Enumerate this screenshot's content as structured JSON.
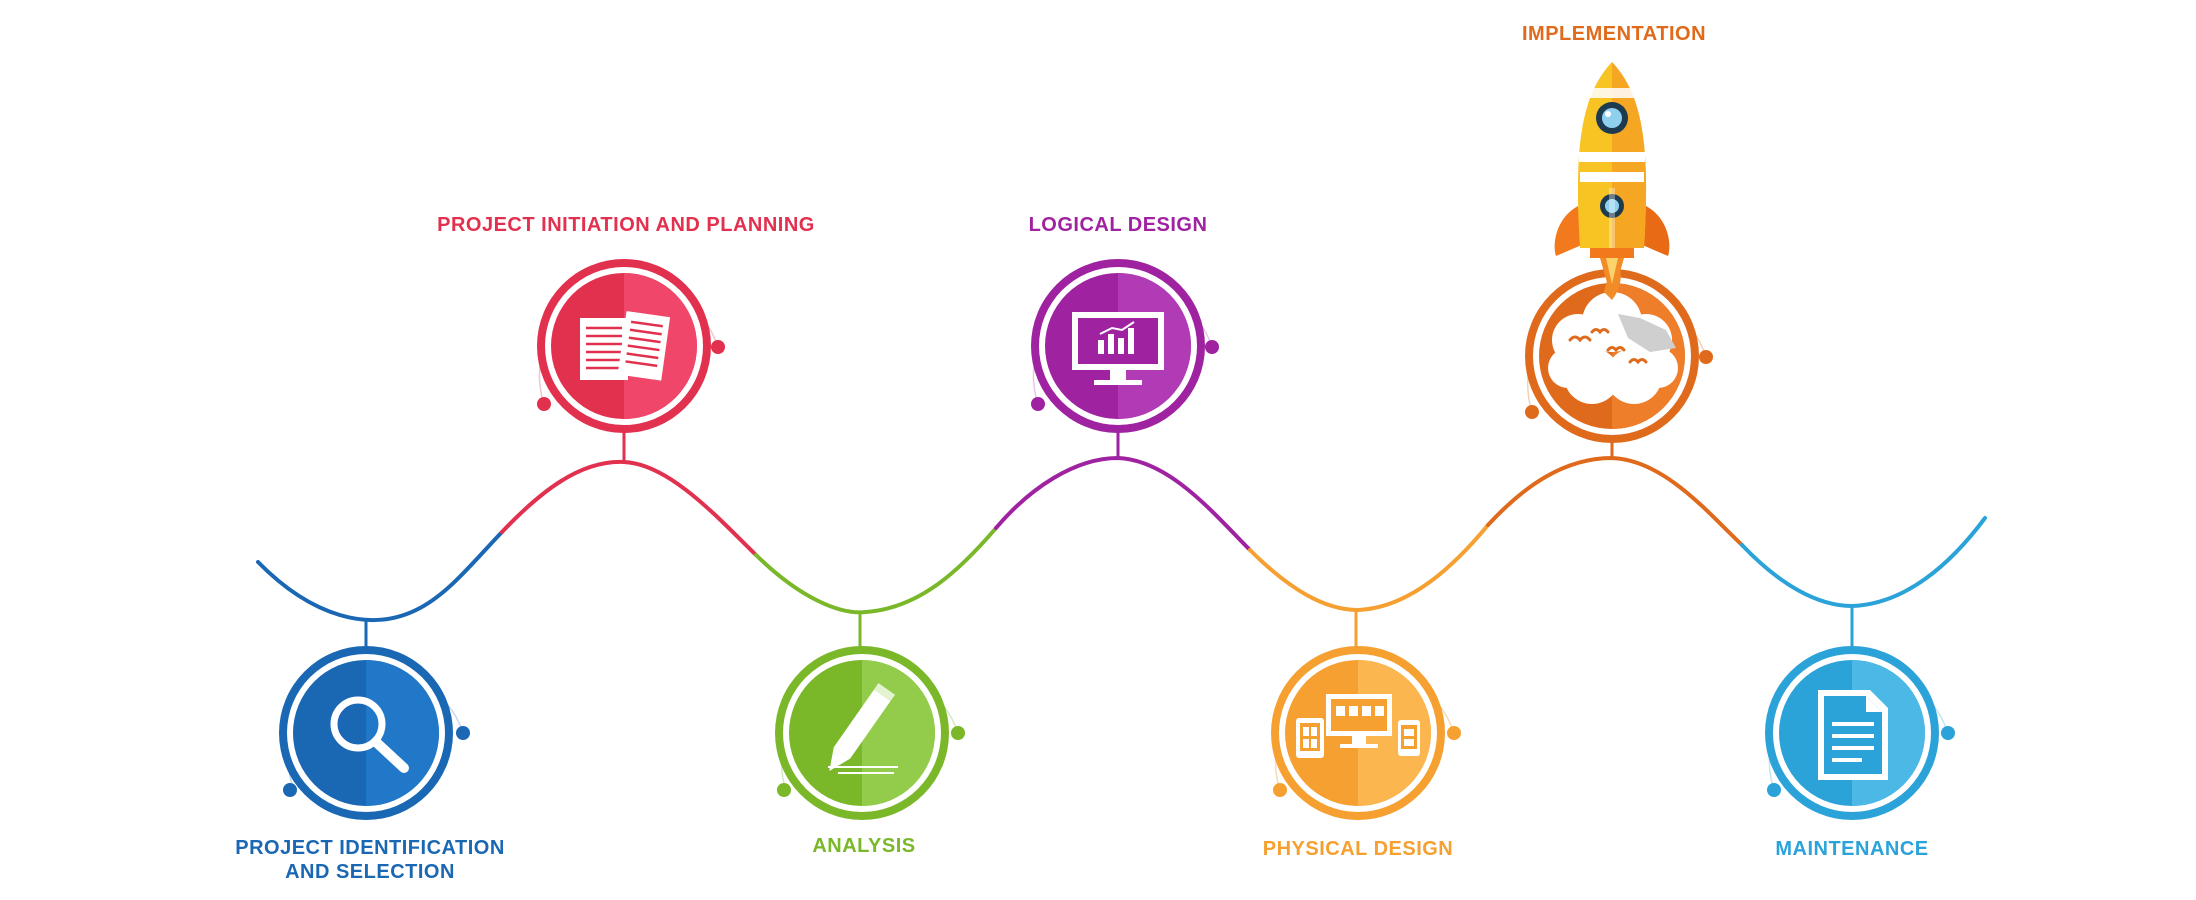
{
  "colors": {
    "blue": "#1a67b4",
    "blue_light": "#2178c8",
    "red": "#e2304f",
    "red_light": "#f0466a",
    "green": "#7ab829",
    "green_light": "#93cc4a",
    "purple": "#9f22a0",
    "purple_light": "#b13ab5",
    "yellow_orange": "#f5a030",
    "yellow_orange_light": "#fbb650",
    "orange": "#e06a1c",
    "orange_light": "#ef7e2b",
    "cyan": "#2ba3d9",
    "cyan_light": "#4bb8e6"
  },
  "stages": [
    {
      "id": "identification",
      "label_lines": [
        "PROJECT IDENTIFICATION",
        "AND SELECTION"
      ],
      "color": "#1a67b4",
      "icon": "magnifier-icon"
    },
    {
      "id": "planning",
      "label_lines": [
        "PROJECT INITIATION AND PLANNING"
      ],
      "color": "#e2304f",
      "icon": "documents-icon"
    },
    {
      "id": "analysis",
      "label_lines": [
        "ANALYSIS"
      ],
      "color": "#7ab829",
      "icon": "pencil-icon"
    },
    {
      "id": "logical",
      "label_lines": [
        "LOGICAL DESIGN"
      ],
      "color": "#9f22a0",
      "icon": "monitor-chart-icon"
    },
    {
      "id": "physical",
      "label_lines": [
        "PHYSICAL DESIGN"
      ],
      "color": "#f5a030",
      "icon": "devices-icon"
    },
    {
      "id": "implementation",
      "label_lines": [
        "IMPLEMENTATION"
      ],
      "color": "#e06a1c",
      "icon": "rocket-cloud-icon"
    },
    {
      "id": "maintenance",
      "label_lines": [
        "MAINTENANCE"
      ],
      "color": "#2ba3d9",
      "icon": "document-icon"
    }
  ]
}
